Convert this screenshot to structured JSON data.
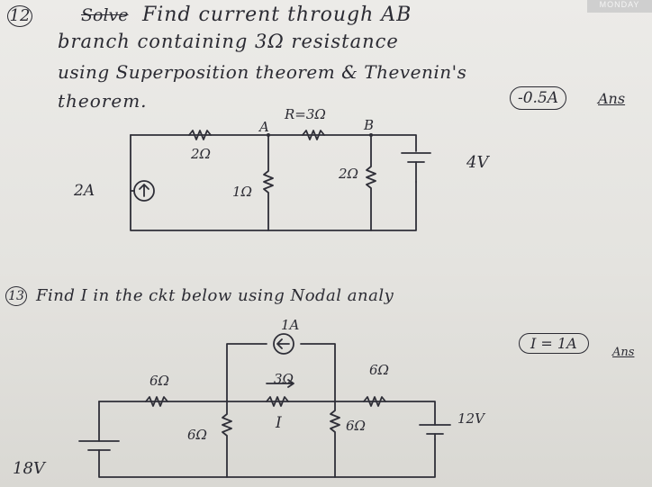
{
  "page_tag": "MONDAY",
  "problem12": {
    "number": "12",
    "struck_word": "Solve",
    "line1": "Find current through AB",
    "line2": "branch containing 3Ω resistance",
    "line3": "using Superposition theorem & Thevenin's",
    "line4": "theorem.",
    "answer": "-0.5A",
    "ans_label": "Ans"
  },
  "circuit12": {
    "source_label": "2A",
    "r_left": "2Ω",
    "r_mid": "1Ω",
    "r_ab": "R=3Ω",
    "r_right": "2Ω",
    "node_a": "A",
    "node_b": "B",
    "battery": "4V"
  },
  "problem13": {
    "number": "13",
    "text": "Find I in the ckt below using Nodal analy",
    "answer": "I = 1A",
    "ans_label": "Ans"
  },
  "circuit13": {
    "current_source": "1A",
    "r_top_left": "6Ω",
    "r_mid_left": "6Ω",
    "r_center": "3Ω",
    "current_label": "I",
    "r_mid_right": "6Ω",
    "r_top_right": "6Ω",
    "battery_left": "18V",
    "battery_right": "12V"
  }
}
